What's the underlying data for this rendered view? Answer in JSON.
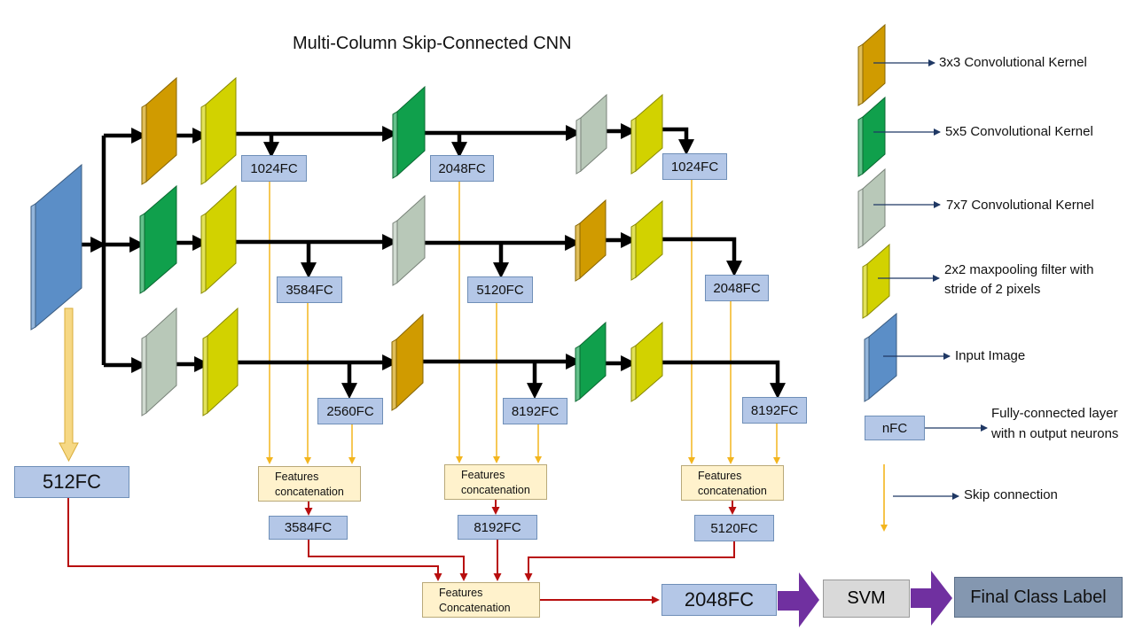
{
  "title": "Multi-Column Skip-Connected CNN",
  "colors": {
    "kernel3": "#d09b00",
    "kernel5": "#10a04c",
    "kernel7": "#b8c8b8",
    "pool": "#d2d200",
    "input": "#5b8ec7",
    "fc": "#b4c7e7",
    "concat": "#fff2cc",
    "skip": "#f3b51e",
    "concat_arrow": "#b80f0f",
    "svm": "#d9d9d9",
    "final": "#8497b0",
    "big_arrow": "#7030a0"
  },
  "columns": {
    "col1_fc": [
      "1024FC",
      "2048FC",
      "1024FC"
    ],
    "col2_fc": [
      "3584FC",
      "5120FC",
      "2048FC"
    ],
    "col3_fc": [
      "2560FC",
      "8192FC",
      "8192FC"
    ]
  },
  "input_fc": "512FC",
  "concat_label": "Features concatenation",
  "concat_outputs": [
    "3584FC",
    "8192FC",
    "5120FC"
  ],
  "final_concat_label": "Features Concatenation",
  "final_fc": "2048FC",
  "svm": "SVM",
  "final_label": "Final Class Label",
  "legend": {
    "kernel3": "3x3 Convolutional Kernel",
    "kernel5": "5x5 Convolutional Kernel",
    "kernel7": "7x7 Convolutional Kernel",
    "pool": "2x2 maxpooling filter with stride of 2 pixels",
    "input": "Input Image",
    "nfc_box": "nFC",
    "nfc": "Fully-connected layer with n output neurons",
    "skip": "Skip connection"
  }
}
